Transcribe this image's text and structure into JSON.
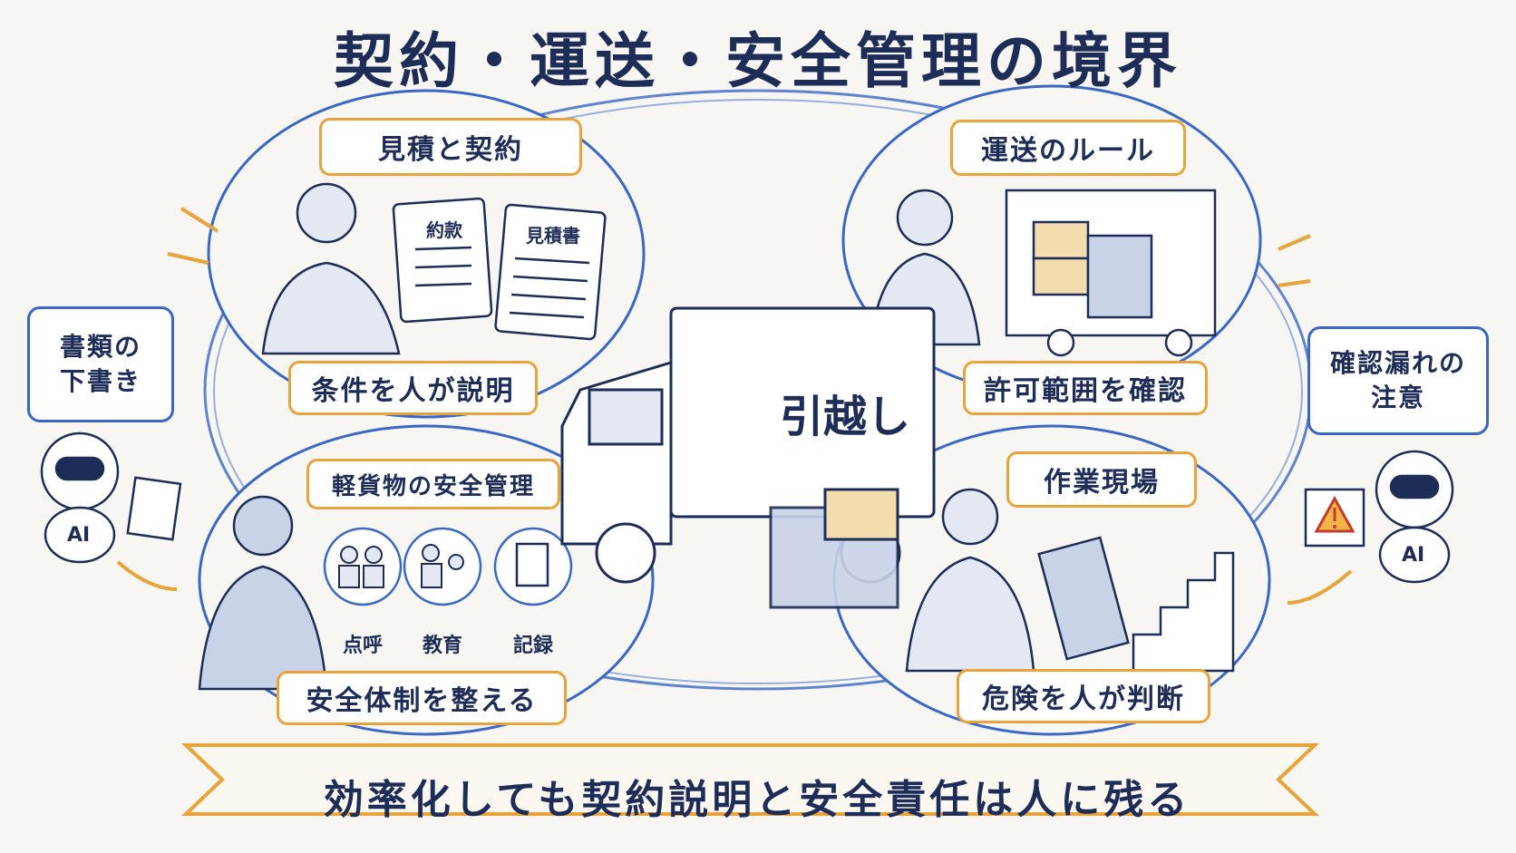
{
  "title": "契約・運送・安全管理の境界",
  "sections": {
    "contract": {
      "label": "見積と契約",
      "caption": "条件を人が説明",
      "doc_terms": "約款",
      "doc_estimate": "見積書"
    },
    "transport": {
      "label": "運送のルール",
      "caption": "許可範囲を確認"
    },
    "safety": {
      "label": "軽貨物の安全管理",
      "caption": "安全体制を整える",
      "items": [
        "点呼",
        "教育",
        "記録"
      ]
    },
    "worksite": {
      "label": "作業現場",
      "caption": "危険を人が判断"
    }
  },
  "truck_label": "引越し",
  "ai_left": {
    "bubble_line1": "書類の",
    "bubble_line2": "下書き",
    "badge": "AI"
  },
  "ai_right": {
    "bubble_line1": "確認漏れの",
    "bubble_line2": "注意",
    "badge": "AI"
  },
  "banner": "効率化しても契約説明と安全責任は人に残る",
  "colors": {
    "navy": "#1e2d57",
    "blue_outline": "#3a67c6",
    "orange_accent": "#e8a33a"
  }
}
